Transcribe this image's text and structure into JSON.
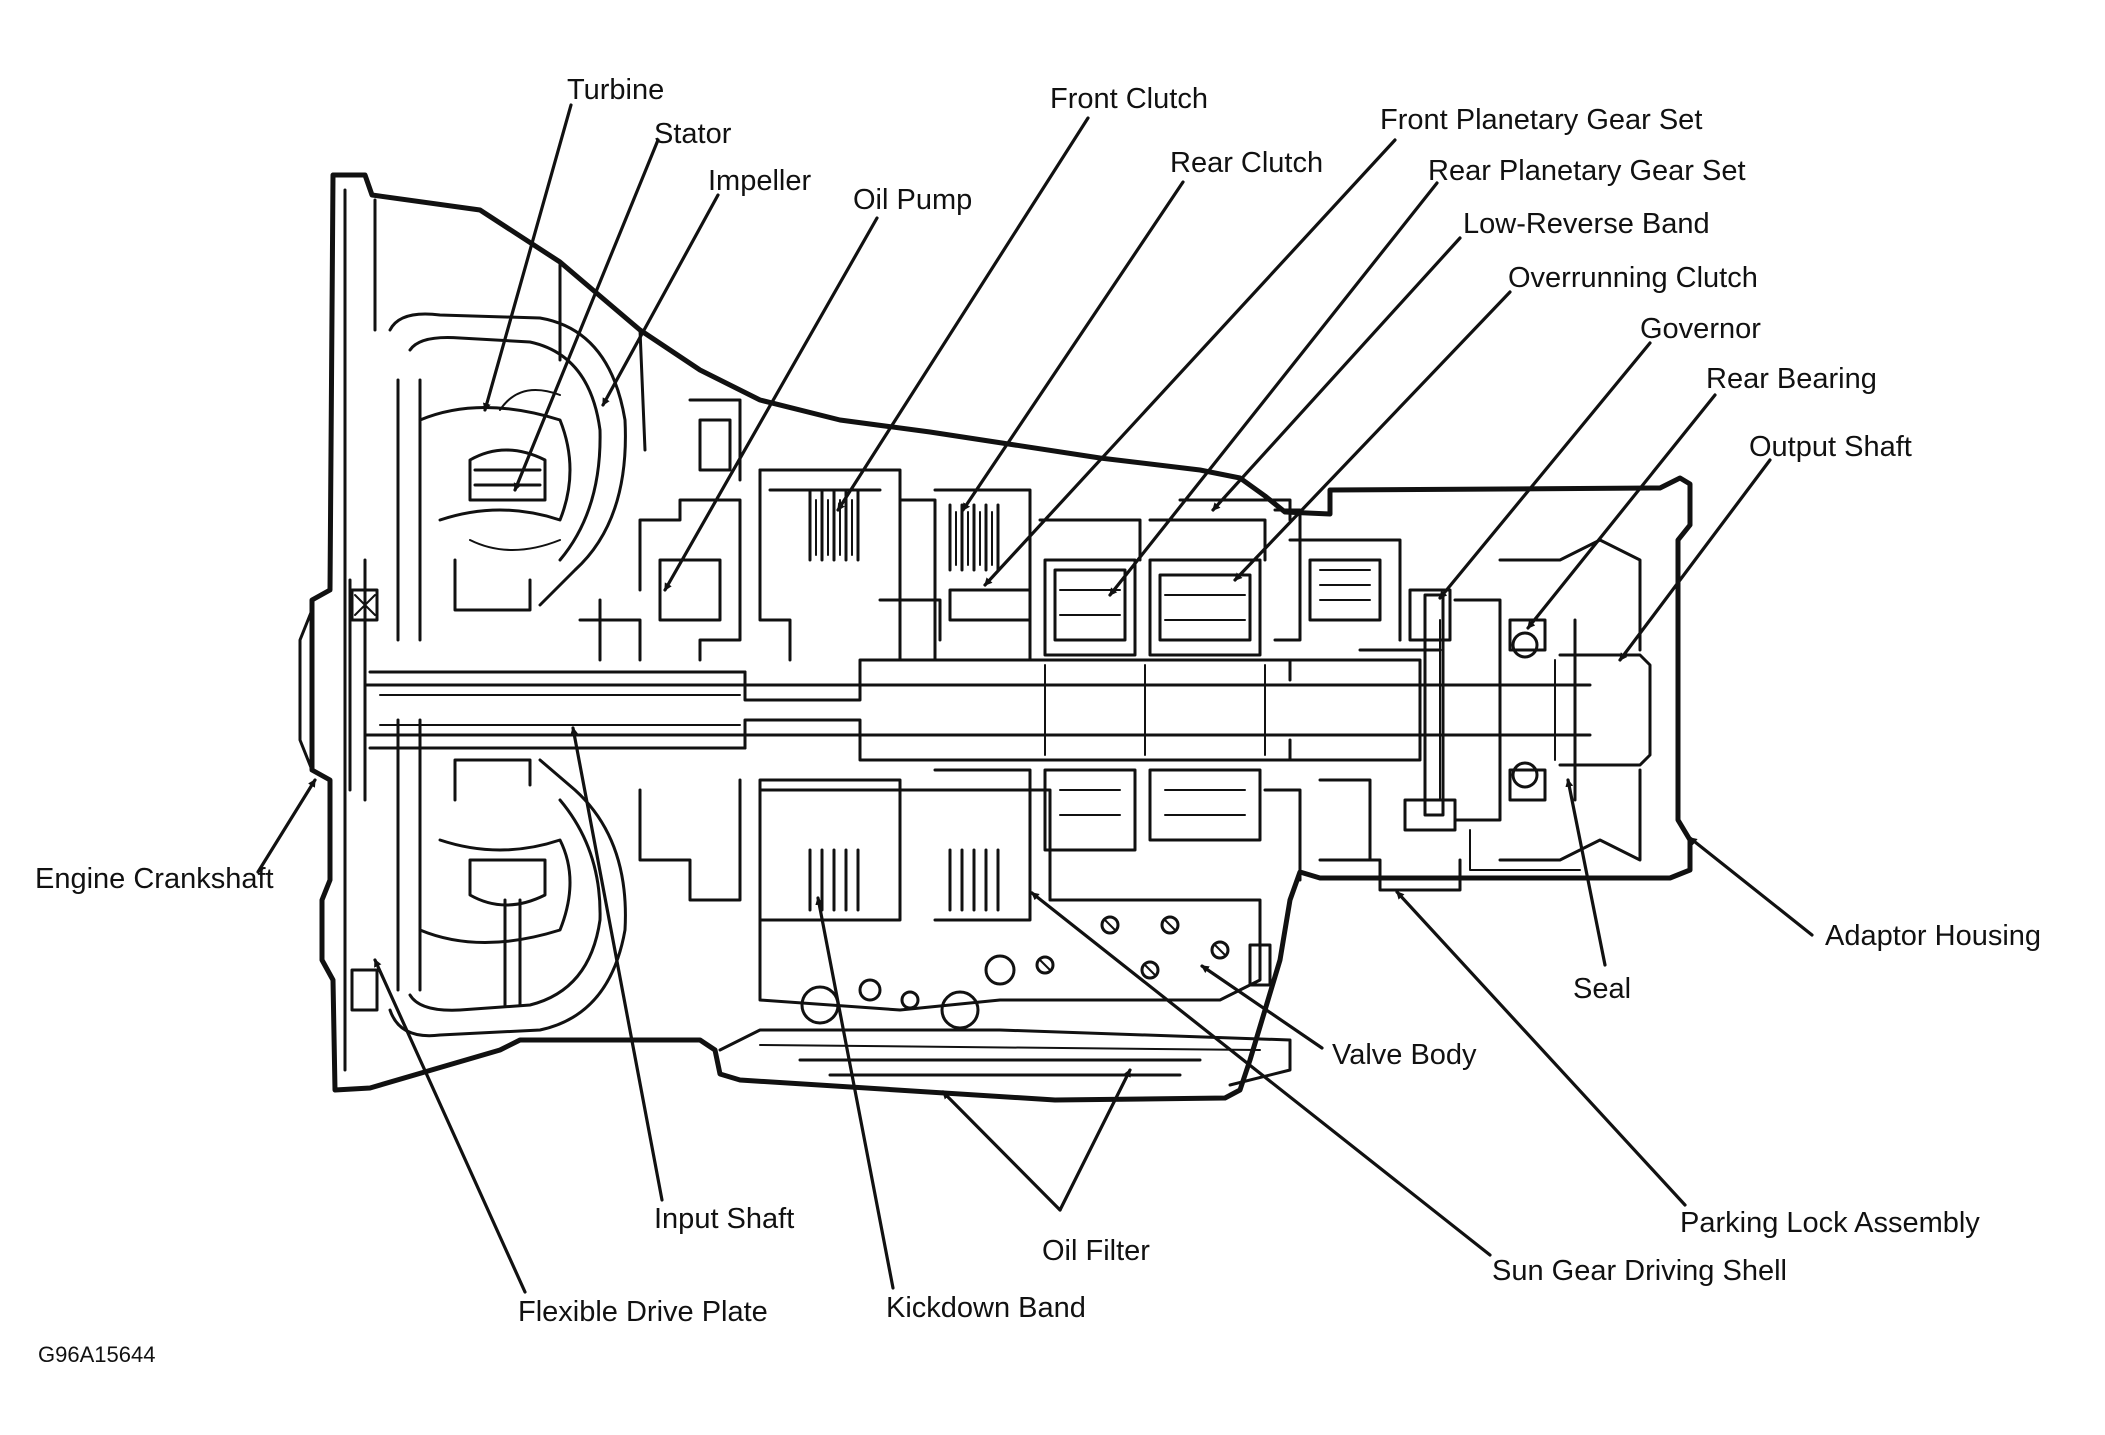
{
  "labels": {
    "turbine": "Turbine",
    "stator": "Stator",
    "impeller": "Impeller",
    "oil_pump": "Oil Pump",
    "front_clutch": "Front Clutch",
    "rear_clutch": "Rear Clutch",
    "front_planetary_gear_set": "Front Planetary Gear Set",
    "rear_planetary_gear_set": "Rear Planetary Gear Set",
    "low_reverse_band": "Low-Reverse Band",
    "overrunning_clutch": "Overrunning Clutch",
    "governor": "Governor",
    "rear_bearing": "Rear Bearing",
    "output_shaft": "Output Shaft",
    "engine_crankshaft": "Engine Crankshaft",
    "adaptor_housing": "Adaptor Housing",
    "seal": "Seal",
    "valve_body": "Valve Body",
    "parking_lock_assembly": "Parking Lock Assembly",
    "sun_gear_driving_shell": "Sun Gear Driving Shell",
    "input_shaft": "Input Shaft",
    "oil_filter": "Oil Filter",
    "flexible_drive_plate": "Flexible Drive Plate",
    "kickdown_band": "Kickdown Band"
  },
  "figure_code": "G96A15644"
}
